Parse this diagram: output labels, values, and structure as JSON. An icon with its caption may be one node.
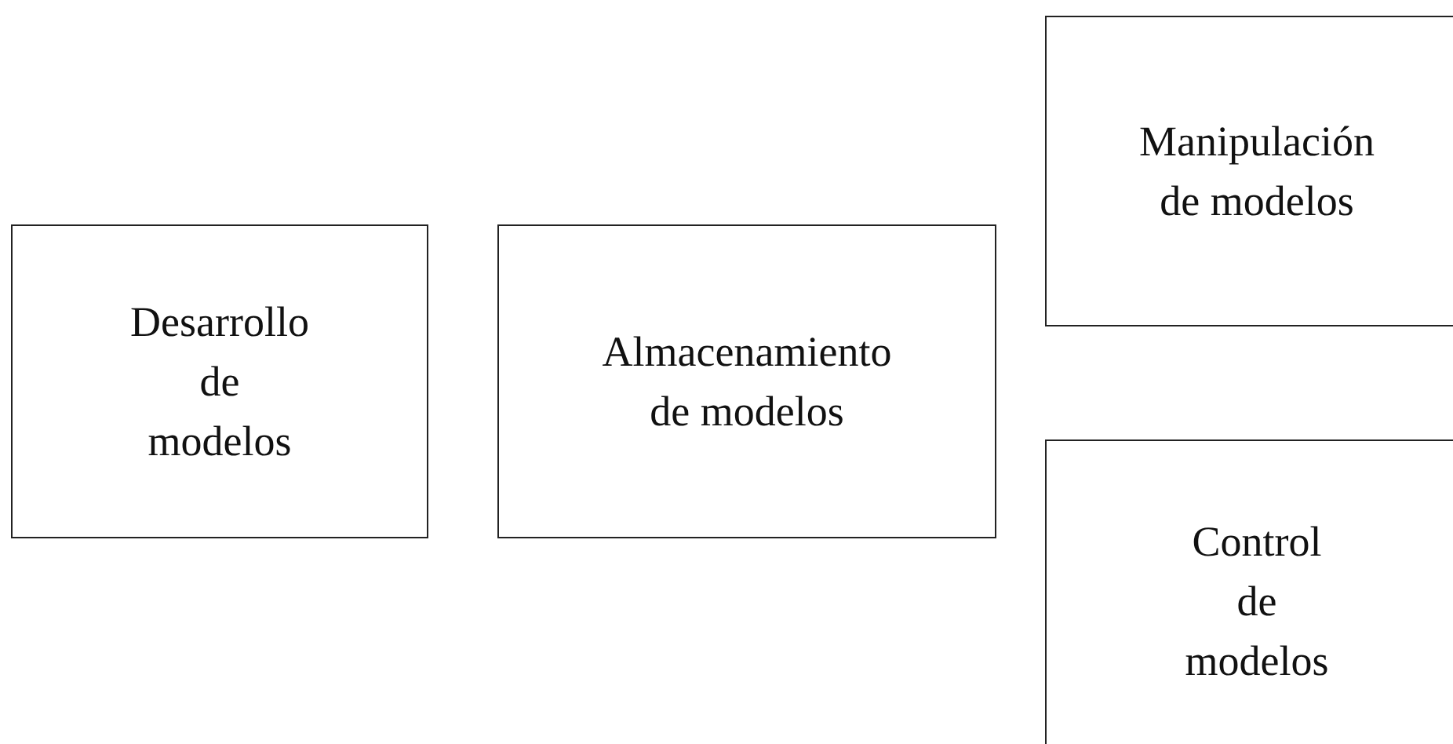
{
  "diagram": {
    "nodes": [
      {
        "text": [
          "Desarrollo de modelos"
        ]
      },
      {
        "text": [
          "Almacenamiento de modelos"
        ]
      },
      {
        "text": [
          "Manipulación de modelos"
        ]
      },
      {
        "text": [
          "Control de modelos"
        ]
      }
    ]
  }
}
